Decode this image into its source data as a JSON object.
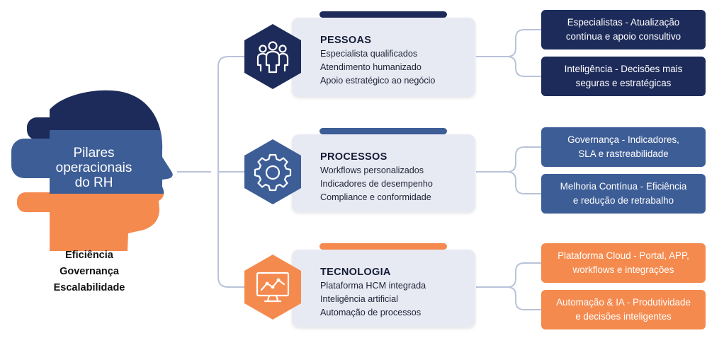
{
  "center": {
    "title_lines": [
      "Pilares",
      "operacionais",
      "do RH"
    ],
    "caption_lines": [
      "Eficiência",
      "Governança",
      "Escalabilidade"
    ]
  },
  "pillars": [
    {
      "title": "PESSOAS",
      "items": [
        "Especialista qualificados",
        "Atendimento humanizado",
        "Apoio estratégico ao negócio"
      ],
      "icon": "people-group-icon",
      "details": [
        {
          "lines": [
            "Especialistas - Atualização",
            "contínua e apoio consultivo"
          ]
        },
        {
          "lines": [
            "Inteligência - Decisões mais",
            "seguras e estratégicas"
          ]
        }
      ]
    },
    {
      "title": "PROCESSOS",
      "items": [
        "Workflows personalizados",
        "Indicadores de desempenho",
        "Compliance e conformidade"
      ],
      "icon": "gear-icon",
      "details": [
        {
          "lines": [
            "Governança - Indicadores,",
            "SLA e rastreabilidade"
          ]
        },
        {
          "lines": [
            "Melhoria Contínua - Eficiência",
            "e redução de retrabalho"
          ]
        }
      ]
    },
    {
      "title": "TECNOLOGIA",
      "items": [
        "Plataforma HCM integrada",
        "Inteligência artificial",
        "Automação de processos"
      ],
      "icon": "monitor-chart-icon",
      "details": [
        {
          "lines": [
            "Plataforma Cloud - Portal, APP,",
            "workflows e integrações"
          ]
        },
        {
          "lines": [
            "Automação & IA - Produtividade",
            "e decisões inteligentes"
          ]
        }
      ]
    }
  ],
  "colors": {
    "navy": "#1d2b5a",
    "steel": "#3d5d96",
    "orange": "#f58a4e",
    "connector": "#b9c3d9",
    "card": "#e8eaf3"
  }
}
